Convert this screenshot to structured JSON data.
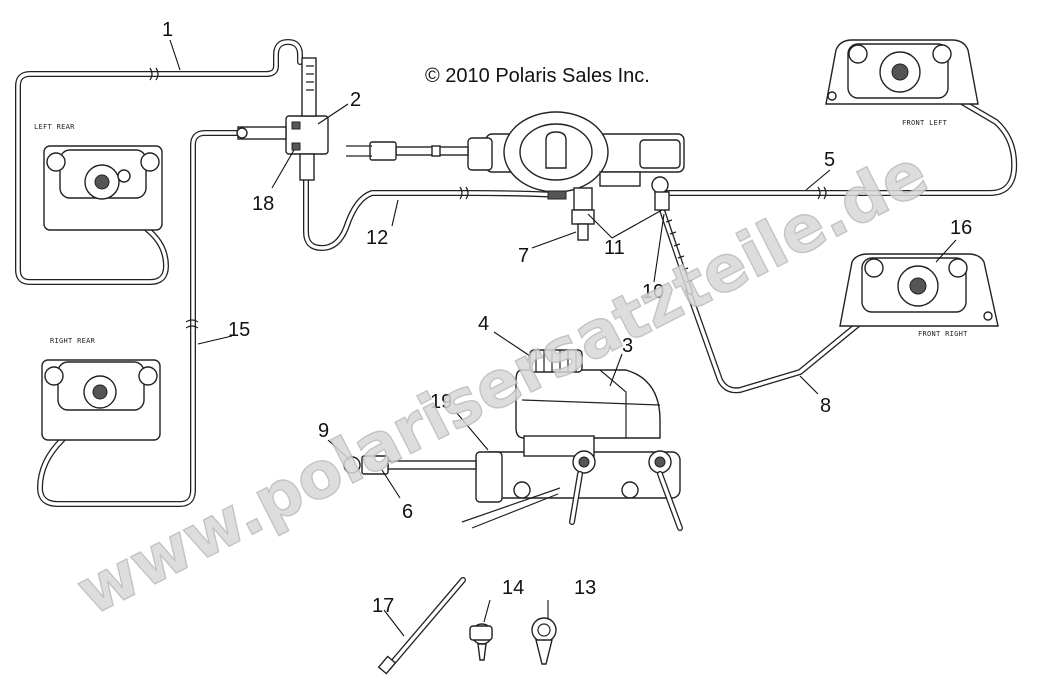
{
  "copyright": "© 2010 Polaris Sales Inc.",
  "watermark": "www.polarisersatzteile.de",
  "caliper_labels": {
    "left_rear": "LEFT REAR",
    "right_rear": "RIGHT REAR",
    "front_left": "FRONT LEFT",
    "front_right": "FRONT RIGHT"
  },
  "callouts": {
    "c1": "1",
    "c2": "2",
    "c3": "3",
    "c4": "4",
    "c5": "5",
    "c6": "6",
    "c7": "7",
    "c8": "8",
    "c9": "9",
    "c10": "10",
    "c11": "11",
    "c12": "12",
    "c13": "13",
    "c14": "14",
    "c15": "15",
    "c16": "16",
    "c17": "17",
    "c18": "18",
    "c19": "19"
  }
}
